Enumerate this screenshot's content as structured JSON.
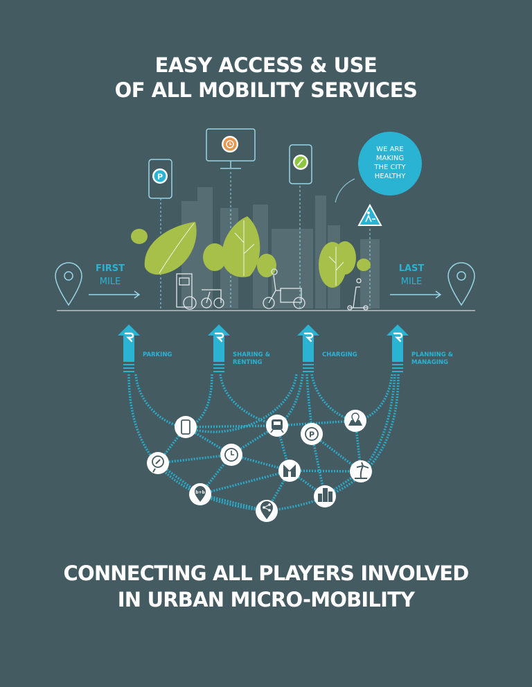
{
  "header": {
    "line1": "EASY ACCESS & USE",
    "line2": "OF ALL MOBILITY SERVICES"
  },
  "footer": {
    "line1": "CONNECTING ALL PLAYERS INVOLVED",
    "line2": "IN URBAN MICRO-MOBILITY"
  },
  "bubble": {
    "line1": "WE ARE",
    "line2": "MAKING",
    "line3": "THE CITY",
    "line4": "HEALTHY"
  },
  "first_mile": {
    "line1": "FIRST",
    "line2": "MILE"
  },
  "last_mile": {
    "line1": "LAST",
    "line2": "MILE"
  },
  "arrows": [
    {
      "line1": "PARKING",
      "line2": ""
    },
    {
      "line1": "SHARING &",
      "line2": "RENTING"
    },
    {
      "line1": "CHARGING",
      "line2": ""
    },
    {
      "line1": "PLANNING &",
      "line2": "MANAGING"
    }
  ],
  "devices": [
    {
      "type": "phone",
      "icon": "parking-icon",
      "color": "#2bb3d4"
    },
    {
      "type": "monitor",
      "icon": "clock-icon",
      "color": "#e8954d"
    },
    {
      "type": "phone",
      "icon": "charging-icon",
      "color": "#8dc63f"
    }
  ],
  "network_icons": [
    "phone-icon",
    "train-icon",
    "parking-icon",
    "map-icon",
    "charging-icon",
    "clock-icon",
    "hotel-icon",
    "beach-icon",
    "bnb-icon",
    "city-icon",
    "share-icon"
  ],
  "colors": {
    "background": "#445b62",
    "accent": "#2bb3d4",
    "leaf": "#a6c04a",
    "line": "#9ad6e6"
  }
}
